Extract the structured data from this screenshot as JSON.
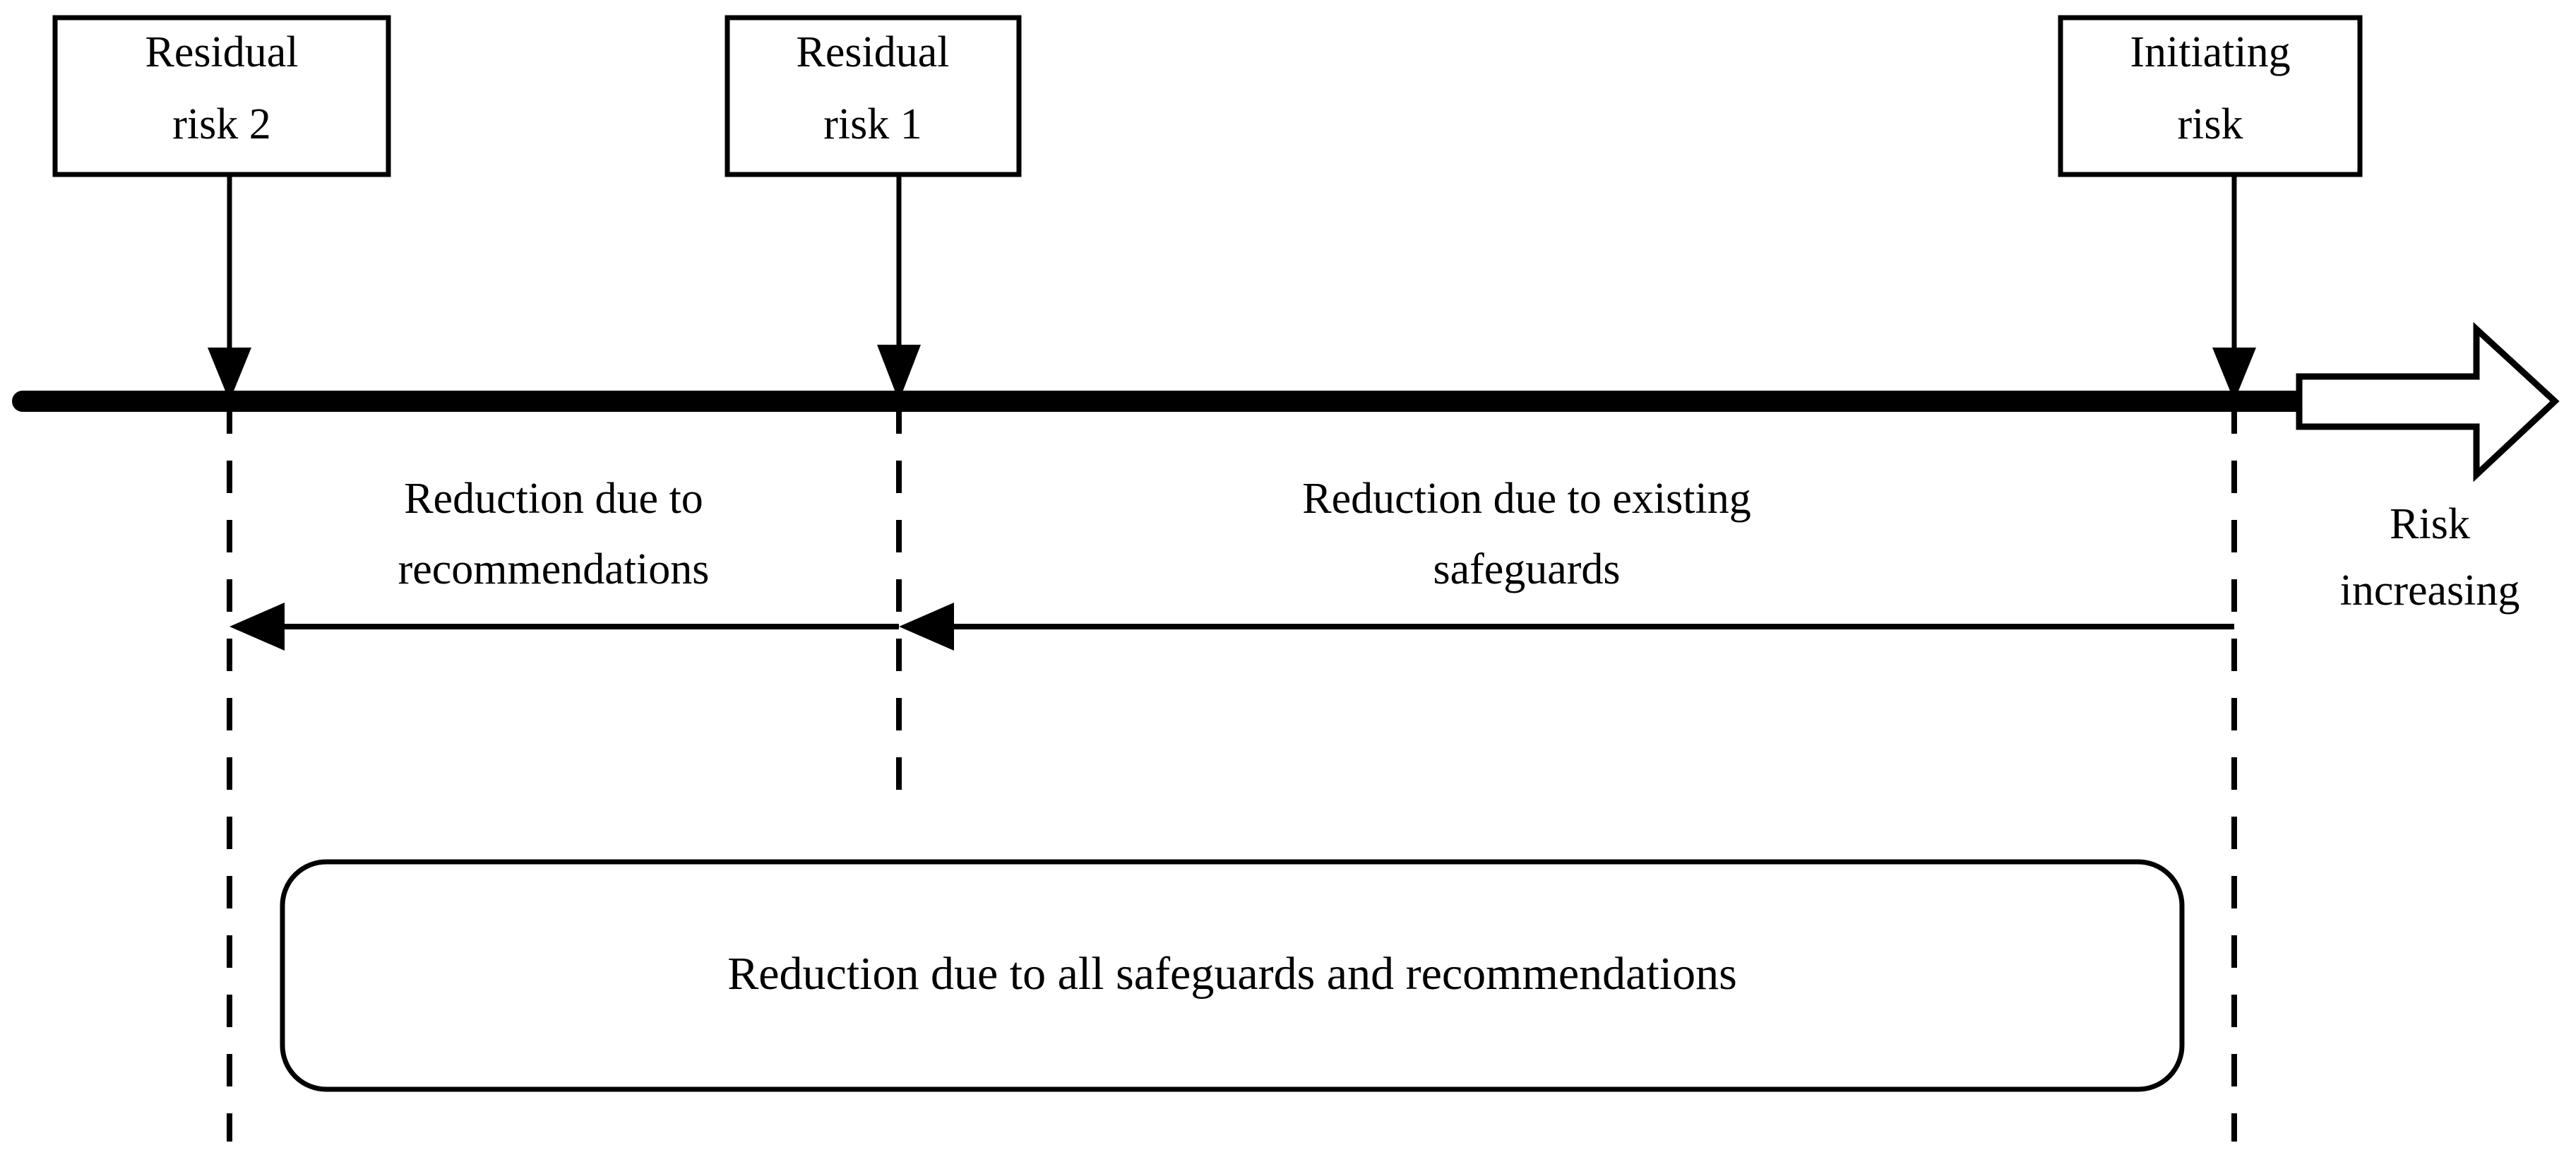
{
  "diagram": {
    "title_nodes": [
      {
        "id": "residual-risk-2",
        "line1": "Residual",
        "line2": "risk 2"
      },
      {
        "id": "residual-risk-1",
        "line1": "Residual",
        "line2": "risk 1"
      },
      {
        "id": "initiating-risk",
        "line1": "Initiating",
        "line2": "risk"
      }
    ],
    "segments": [
      {
        "id": "reduction-recommendations",
        "line1": "Reduction due to",
        "line2": "recommendations"
      },
      {
        "id": "reduction-existing-safeguards",
        "line1": "Reduction due to existing",
        "line2": "safeguards"
      }
    ],
    "axis": {
      "id": "risk-increasing",
      "line1": "Risk",
      "line2": "increasing"
    },
    "summary": {
      "id": "reduction-all",
      "text": "Reduction due to all safeguards and recommendations"
    },
    "colors": {
      "stroke": "#000000",
      "fill": "#ffffff",
      "background": "#ffffff"
    }
  }
}
